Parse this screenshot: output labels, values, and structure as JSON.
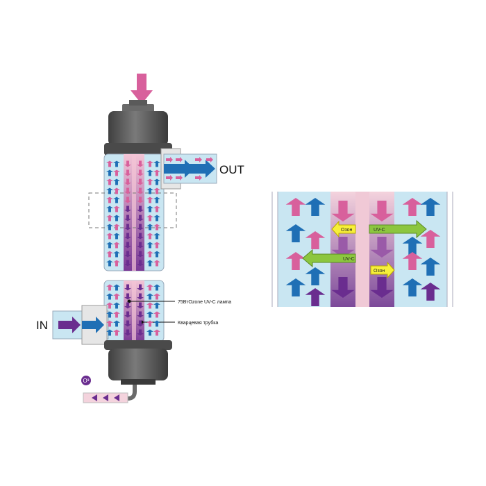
{
  "labels": {
    "out": "OUT",
    "in": "IN",
    "ozone_symbol": "O³",
    "lamp": "75ВтOzone UV-C лампа",
    "quartz": "Кварцевая трубка"
  },
  "detail": {
    "ozone_top": "Озон",
    "uvc_top": "UV-C",
    "uvc_bottom": "UV-C",
    "ozone_bottom": "Озон"
  },
  "colors": {
    "water": "#c9e6f2",
    "pink_arrow": "#d8609c",
    "blue_arrow": "#1f6fb5",
    "purple_arrow": "#6a2d8f",
    "housing": "#5a5a5a",
    "green_arrow": "#8cc63f",
    "yellow_arrow": "#f7ef3a"
  }
}
